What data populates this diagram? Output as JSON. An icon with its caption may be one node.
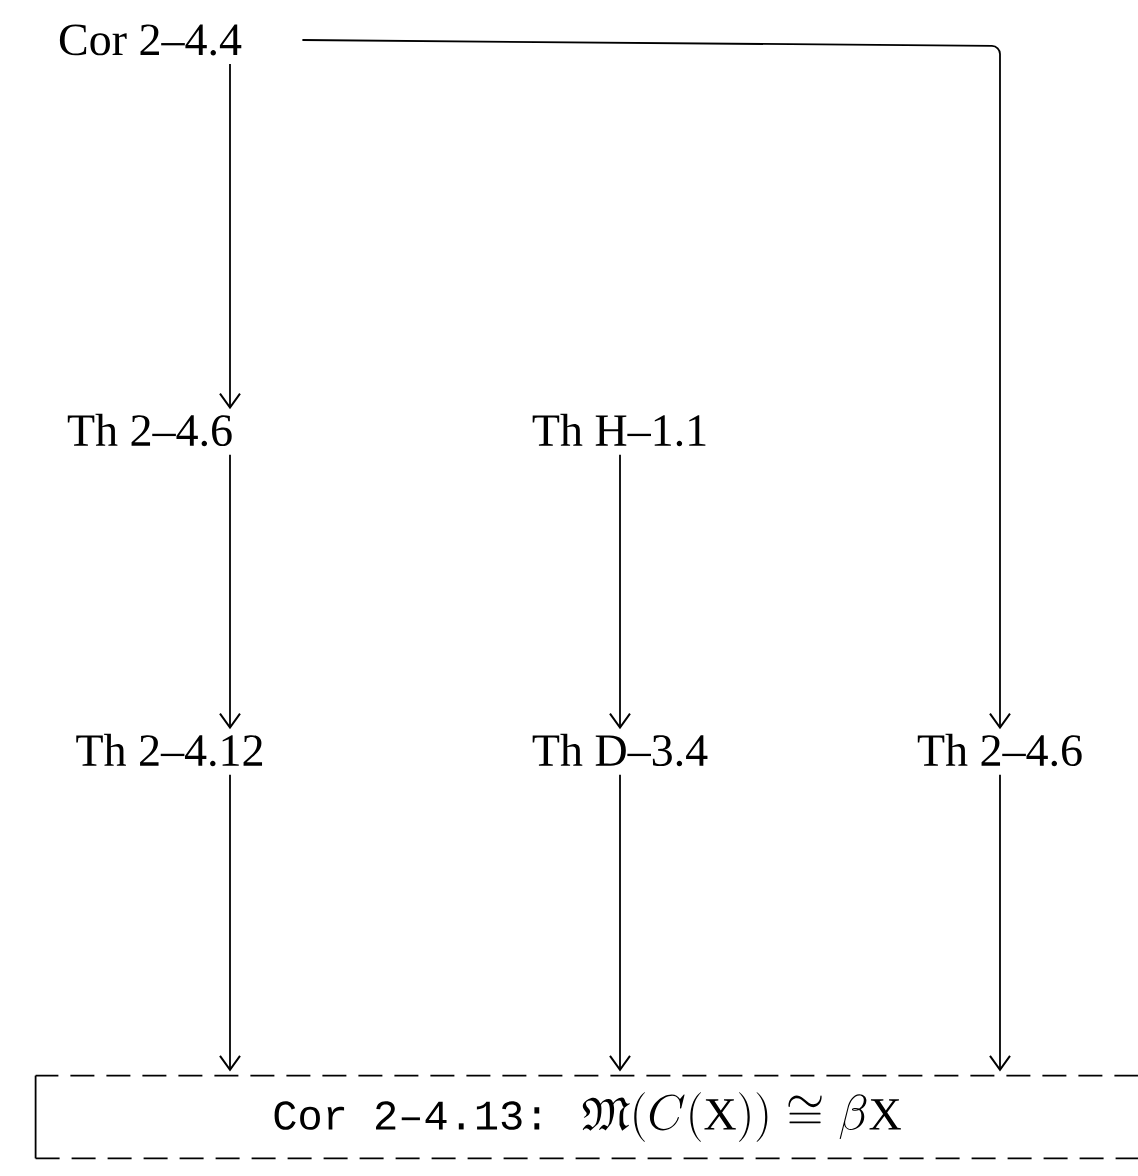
{
  "diagram": {
    "nodes": [
      {
        "text": [
          "Cor 2–4.4"
        ]
      },
      {
        "text": [
          "Th 2–4.6"
        ]
      },
      {
        "text": [
          "Th H–1.1"
        ]
      },
      {
        "text": [
          "Th 2–4.12"
        ]
      },
      {
        "text": [
          "Th D–3.4"
        ]
      },
      {
        "text": [
          "Th 2–4.6"
        ]
      },
      {
        "text": [
          "Cor 2–4.13:",
          "\\mathfrak{M}(C(\\mathrm{X})) \\cong \\beta\\mathrm{X}"
        ]
      }
    ],
    "edges": [
      {
        "from": 0,
        "to": 1,
        "arrow": "to"
      },
      {
        "from": 0,
        "to": 5,
        "arrow": "to"
      },
      {
        "from": 1,
        "to": 3,
        "arrow": "to"
      },
      {
        "from": 2,
        "to": 4,
        "arrow": "to"
      },
      {
        "from": 3,
        "to": 6,
        "arrow": "to"
      },
      {
        "from": 4,
        "to": 6,
        "arrow": "to"
      },
      {
        "from": 5,
        "to": 6,
        "arrow": "to"
      }
    ]
  }
}
